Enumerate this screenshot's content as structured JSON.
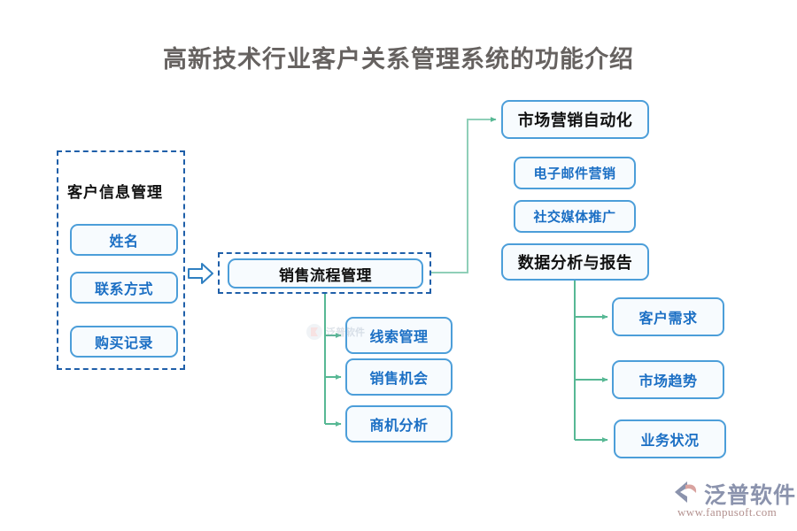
{
  "title": "高新技术行业客户关系管理系统的功能介绍",
  "colors": {
    "title_text": "#666260",
    "node_border": "#4c9ed9",
    "node_fill": "#f7fbfe",
    "node_text_blue": "#1b6fc4",
    "node_text_dark": "#111111",
    "dashed_border": "#1f5fa9",
    "connector": "#6cc0a6",
    "block_arrow": "#2f7fc1"
  },
  "groups": {
    "customer_info": {
      "heading": "客户信息管理",
      "items": [
        {
          "label": "姓名"
        },
        {
          "label": "联系方式"
        },
        {
          "label": "购买记录"
        }
      ]
    },
    "sales_process": {
      "heading": "销售流程管理",
      "items": [
        {
          "label": "线索管理"
        },
        {
          "label": "销售机会"
        },
        {
          "label": "商机分析"
        }
      ]
    },
    "marketing": {
      "heading": "市场营销自动化",
      "items": [
        {
          "label": "电子邮件营销"
        },
        {
          "label": "社交媒体推广"
        }
      ]
    },
    "analytics": {
      "heading": "数据分析与报告",
      "items": [
        {
          "label": "客户需求"
        },
        {
          "label": "市场趋势"
        },
        {
          "label": "业务状况"
        }
      ]
    }
  },
  "watermark": {
    "center_text": "泛普软件"
  },
  "logo": {
    "name": "泛普软件",
    "url": "www.fanpusoft.com"
  }
}
